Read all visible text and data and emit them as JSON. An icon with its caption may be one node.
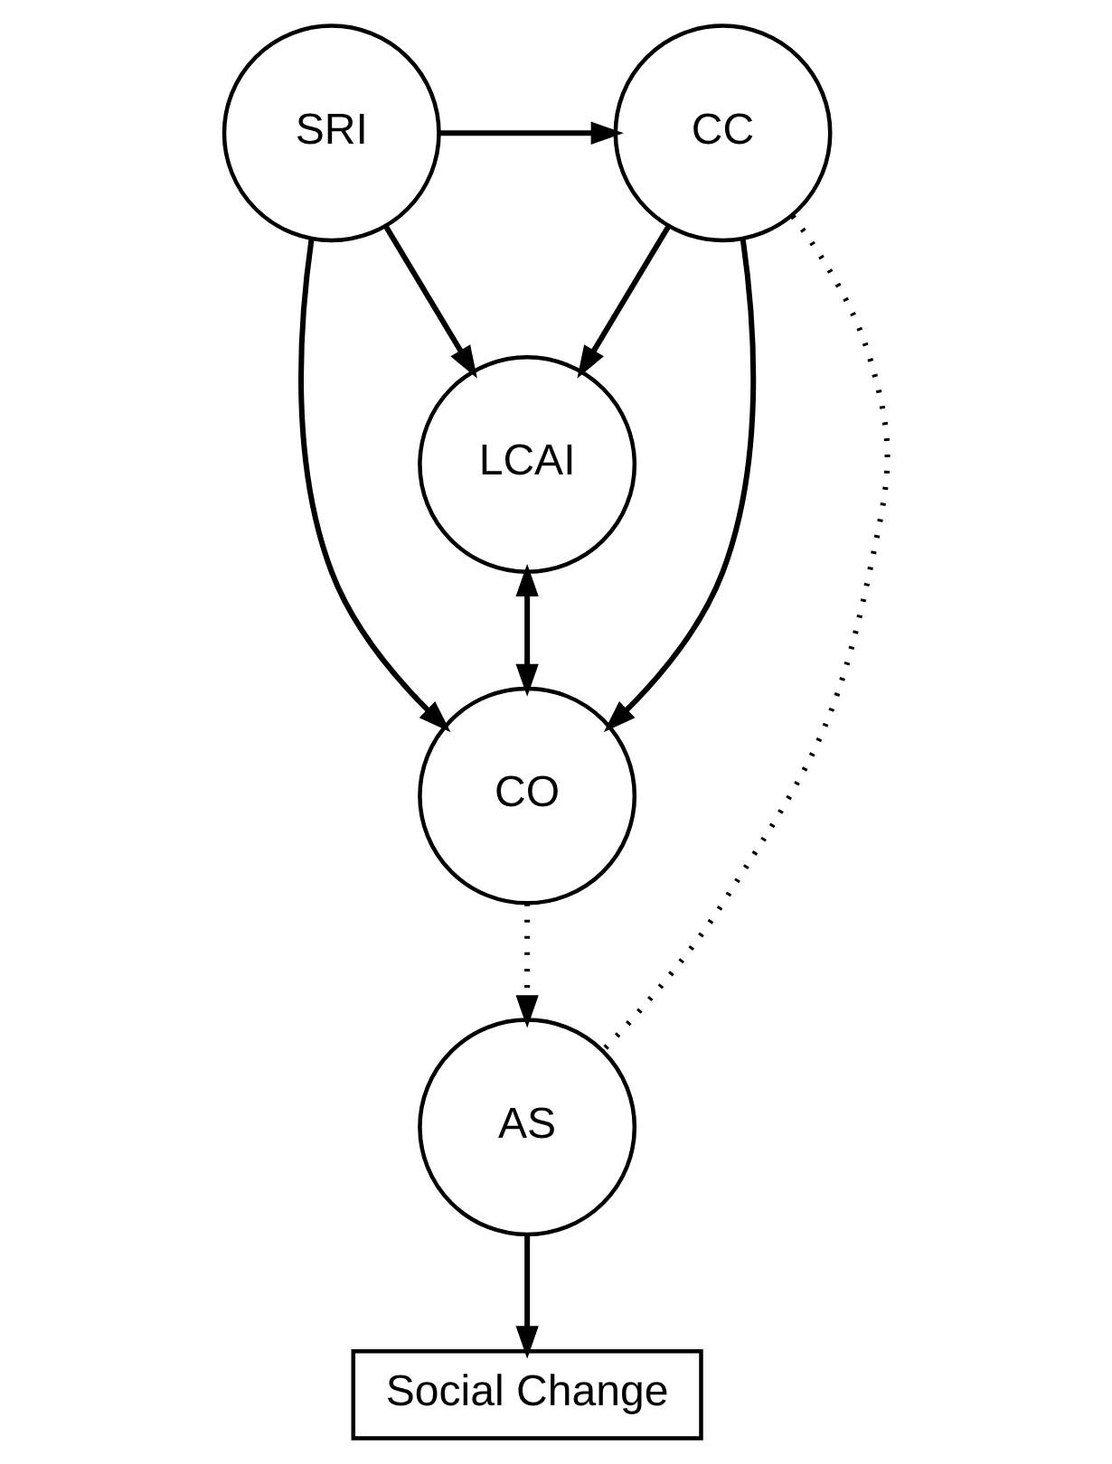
{
  "diagram": {
    "nodes": [
      {
        "text": [
          "SRI"
        ]
      },
      {
        "text": [
          "CC"
        ]
      },
      {
        "text": [
          "LCAI"
        ]
      },
      {
        "text": [
          "CO"
        ]
      },
      {
        "text": [
          "AS"
        ]
      },
      {
        "text": [
          "Social Change"
        ]
      }
    ],
    "edges": [
      {
        "from": 0,
        "to": 1,
        "arrow": "to"
      },
      {
        "from": 0,
        "to": 2,
        "arrow": "to"
      },
      {
        "from": 0,
        "to": 3,
        "arrow": "to"
      },
      {
        "from": 1,
        "to": 2,
        "arrow": "to"
      },
      {
        "from": 1,
        "to": 3,
        "arrow": "to"
      },
      {
        "from": 2,
        "to": 3,
        "arrow": "both"
      },
      {
        "from": 3,
        "to": 4,
        "arrow": "to",
        "style": "dashed"
      },
      {
        "from": 1,
        "to": 4,
        "arrow": "none",
        "style": "dashed"
      },
      {
        "from": 4,
        "to": 5,
        "arrow": "to"
      }
    ]
  }
}
